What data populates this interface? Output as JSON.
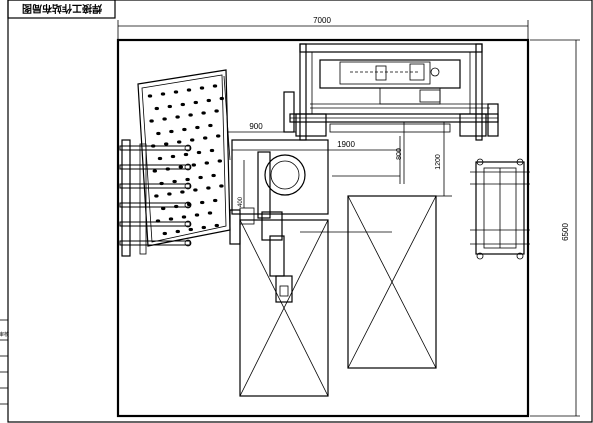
{
  "title_block": {
    "title": "焊接工作站布局图"
  },
  "dimensions": {
    "overall_width": "7000",
    "overall_height": "6500",
    "offset_left": "900",
    "offset_track": "1900",
    "offset_vertical_a": "800",
    "offset_vertical_b": "1200",
    "offset_small": "400"
  },
  "sidebar_label": "审核"
}
